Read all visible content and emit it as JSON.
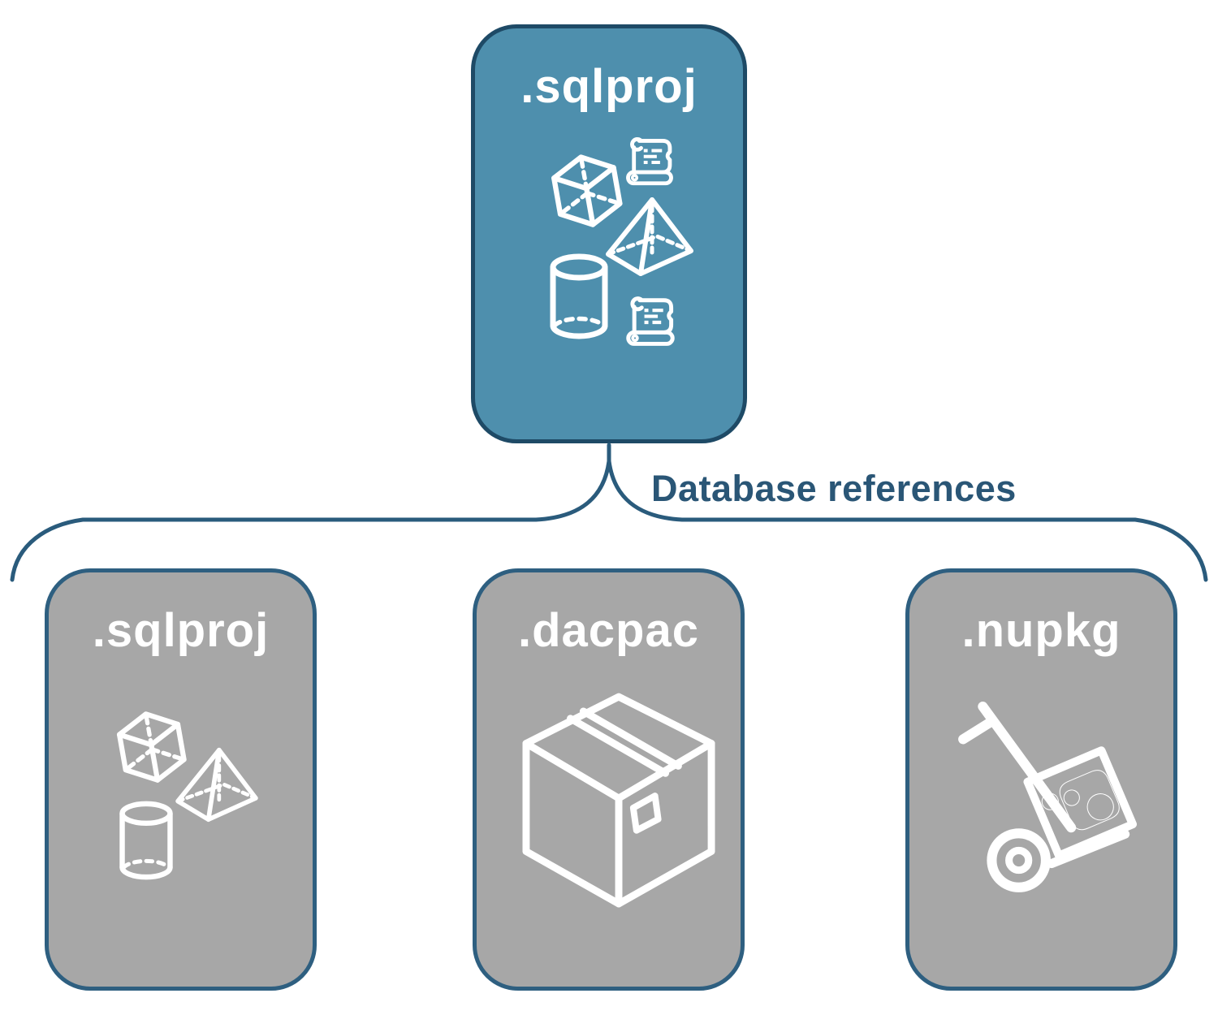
{
  "page_title": "SQL project database references diagram",
  "colors": {
    "parent_fill": "#4E8FAD",
    "parent_border": "#1E4A66",
    "child_fill": "#A7A7A7",
    "child_border": "#2E5F80",
    "connector": "#2A5B7C",
    "label_text": "#2A5676",
    "icon_stroke": "#FFFFFF",
    "title_text": "#FFFFFF",
    "background": "#FFFFFF"
  },
  "parent_card": {
    "label": ".sqlproj",
    "icons": [
      "cube-icon",
      "scroll-icon",
      "pyramid-icon",
      "cylinder-icon",
      "scroll-icon"
    ]
  },
  "connector": {
    "label": "Database references"
  },
  "child_cards": [
    {
      "label": ".sqlproj",
      "icons": [
        "cube-icon",
        "pyramid-icon",
        "cylinder-icon"
      ]
    },
    {
      "label": ".dacpac",
      "icons": [
        "package-box-icon"
      ]
    },
    {
      "label": ".nupkg",
      "icons": [
        "nuget-handtruck-icon"
      ]
    }
  ]
}
